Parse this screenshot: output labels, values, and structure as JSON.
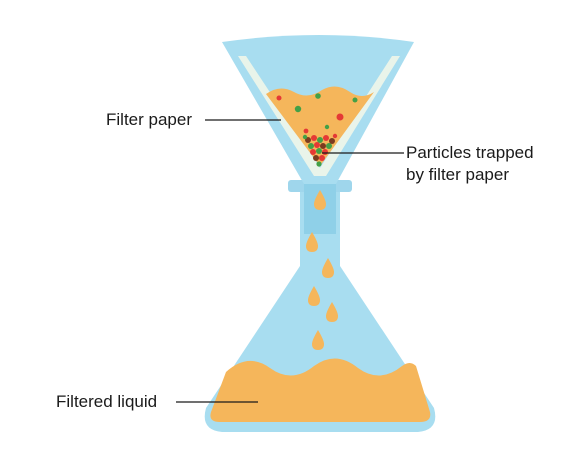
{
  "labels": {
    "filter_paper": "Filter paper",
    "particles_line1": "Particles trapped",
    "particles_line2": "by filter paper",
    "filtered_liquid": "Filtered liquid"
  },
  "colors": {
    "glass": "#a8ddf0",
    "glass_edge": "#7ec8e3",
    "liquid": "#f5b65b",
    "filter_paper": "#e9f4ea",
    "particle_red": "#e53935",
    "particle_green": "#43a047",
    "particle_dark": "#7b3b1f",
    "leader_line": "#1a1a1a"
  }
}
